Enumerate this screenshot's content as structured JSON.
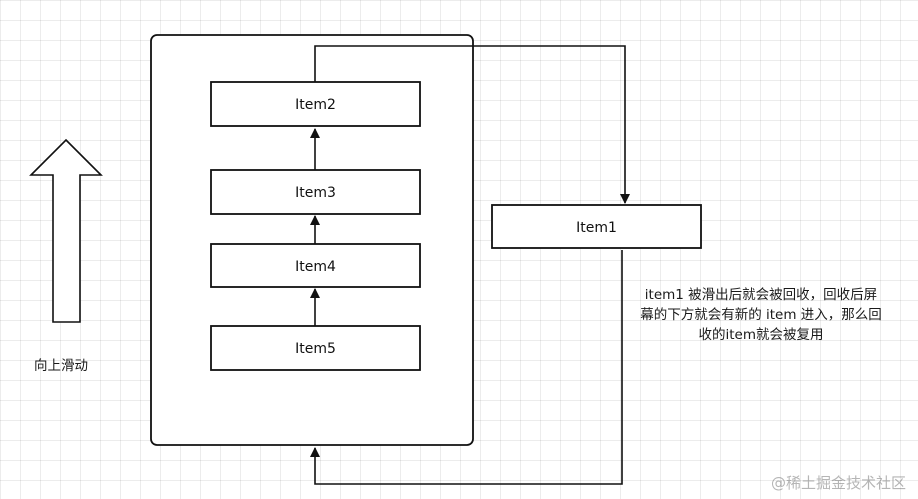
{
  "diagram": {
    "items": {
      "item2": "Item2",
      "item3": "Item3",
      "item4": "Item4",
      "item5": "Item5",
      "item1": "Item1"
    },
    "caption": "向上滑动",
    "note_lines": [
      "item1 被滑出后就会被回收，回收后屏",
      "幕的下方就会有新的 item 进入，那么回",
      "收的item就会被复用"
    ],
    "watermark": "@稀土掘金技术社区"
  }
}
